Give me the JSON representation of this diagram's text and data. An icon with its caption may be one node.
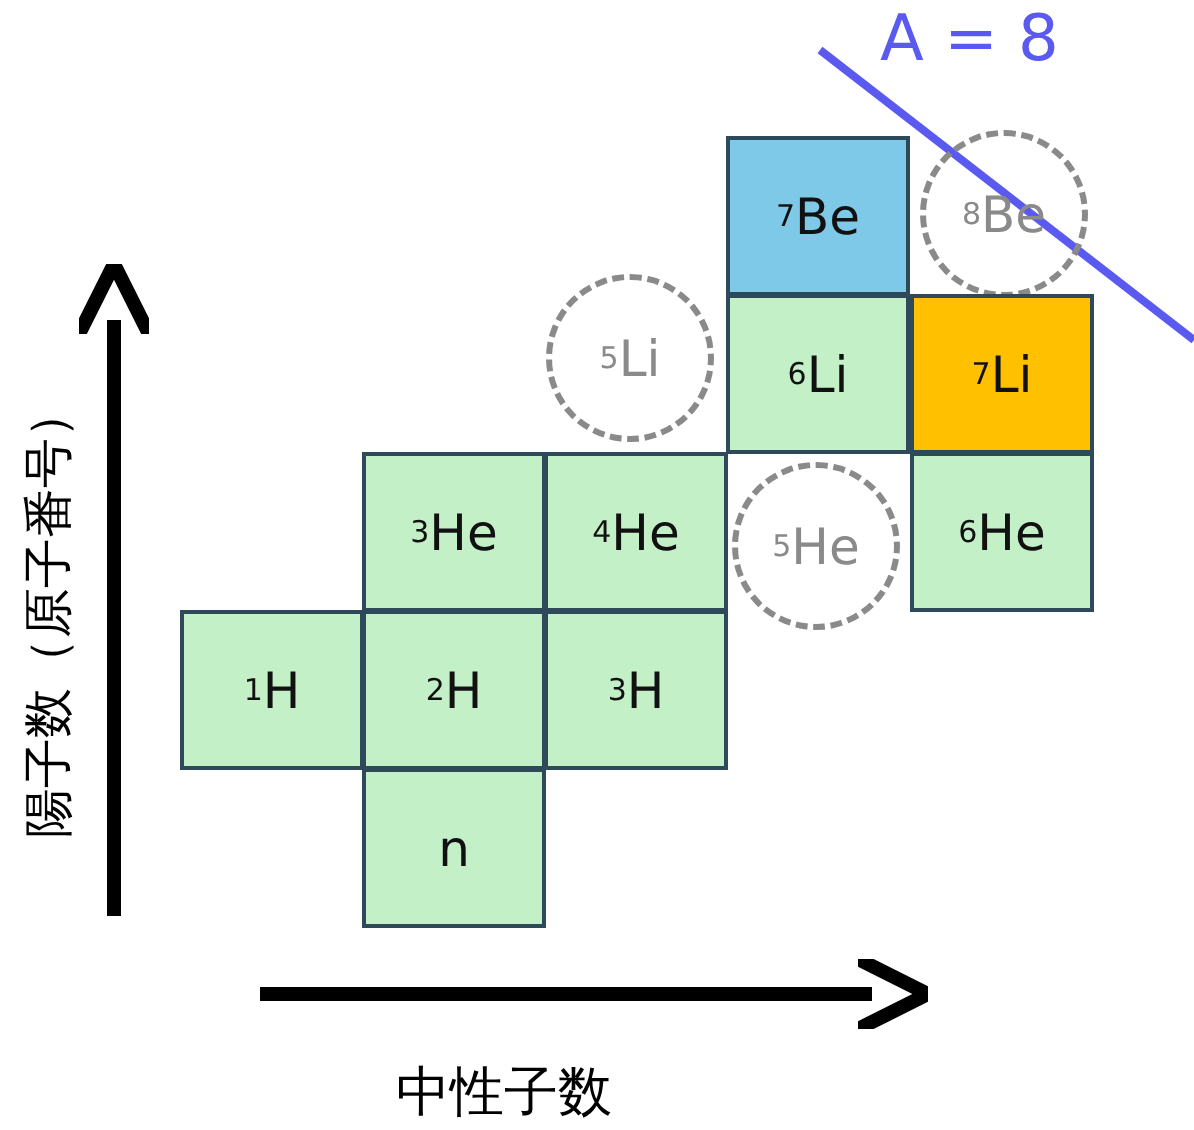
{
  "diagram": {
    "nodes": [
      {
        "text": [
          "$^{7}$Be"
        ]
      },
      {
        "text": [
          "$^{8}$Be"
        ]
      },
      {
        "text": [
          "$^{5}$Li"
        ]
      },
      {
        "text": [
          "$^{6}$Li"
        ]
      },
      {
        "text": [
          "$^{7}$Li"
        ]
      },
      {
        "text": [
          "$^{3}$He"
        ]
      },
      {
        "text": [
          "$^{4}$He"
        ]
      },
      {
        "text": [
          "$^{5}$He"
        ]
      },
      {
        "text": [
          "$^{6}$He"
        ]
      },
      {
        "text": [
          "$^{1}$H"
        ]
      },
      {
        "text": [
          "$^{2}$H"
        ]
      },
      {
        "text": [
          "$^{3}$H"
        ]
      },
      {
        "text": [
          "n"
        ]
      }
    ],
    "edges": [],
    "labels": [
      "A = 8",
      "陽子数（原子番号）",
      "中性子数"
    ]
  }
}
